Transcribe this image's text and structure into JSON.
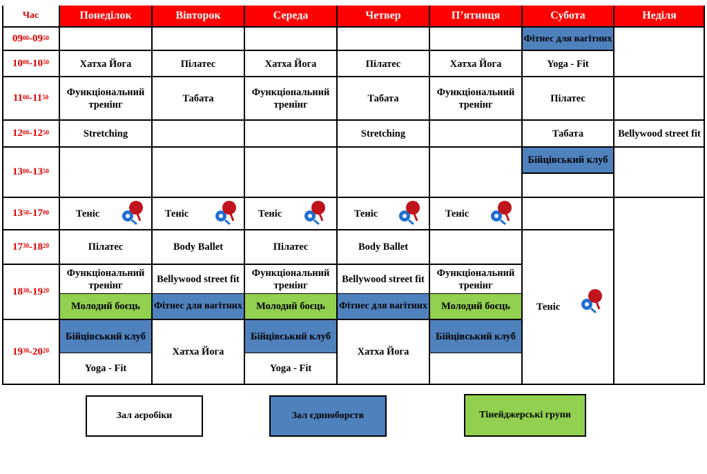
{
  "header": {
    "time_col": "Час",
    "days": [
      "Понеділок",
      "Вівторок",
      "Середа",
      "Четвер",
      "П’ятниця",
      "Субота",
      "Неділя"
    ]
  },
  "times": [
    {
      "a": "09",
      "as": "00",
      "b": "09",
      "bs": "50"
    },
    {
      "a": "10",
      "as": "00",
      "b": "10",
      "bs": "50"
    },
    {
      "a": "11",
      "as": "00",
      "b": "11",
      "bs": "50"
    },
    {
      "a": "12",
      "as": "00",
      "b": "12",
      "bs": "50"
    },
    {
      "a": "13",
      "as": "00",
      "b": "13",
      "bs": "50"
    },
    {
      "a": "13",
      "as": "50",
      "b": "17",
      "bs": "00"
    },
    {
      "a": "17",
      "as": "30",
      "b": "18",
      "bs": "20"
    },
    {
      "a": "18",
      "as": "30",
      "b": "19",
      "bs": "20"
    },
    {
      "a": "19",
      "as": "30",
      "b": "20",
      "bs": "20"
    }
  ],
  "classes": {
    "hatha_yoga": "Хатха Йога",
    "pilates": "Пілатес",
    "functional": "Функціональний тренінг",
    "tabata": "Табата",
    "stretching": "Stretching",
    "tennis": "Теніс",
    "body_ballet": "Body Ballet",
    "bellywood": "Bellywood street fit",
    "young_fighter": "Молодий боєць",
    "fitness_pregnant": "Фітнес для вагітних",
    "fight_club": "Бійцівський клуб",
    "yoga_fit": "Yoga - Fit"
  },
  "legend": {
    "aerobics": "Зал аєробіки",
    "martial": "Зал єдиноборств",
    "teen": "Тінейджерські групи"
  },
  "colors": {
    "header_red": "#ff0000",
    "time_red": "#e00000",
    "martial_blue": "#4f81bd",
    "teen_green": "#92d050"
  },
  "icons": {
    "tennis": "ping-pong-paddle-icon"
  }
}
